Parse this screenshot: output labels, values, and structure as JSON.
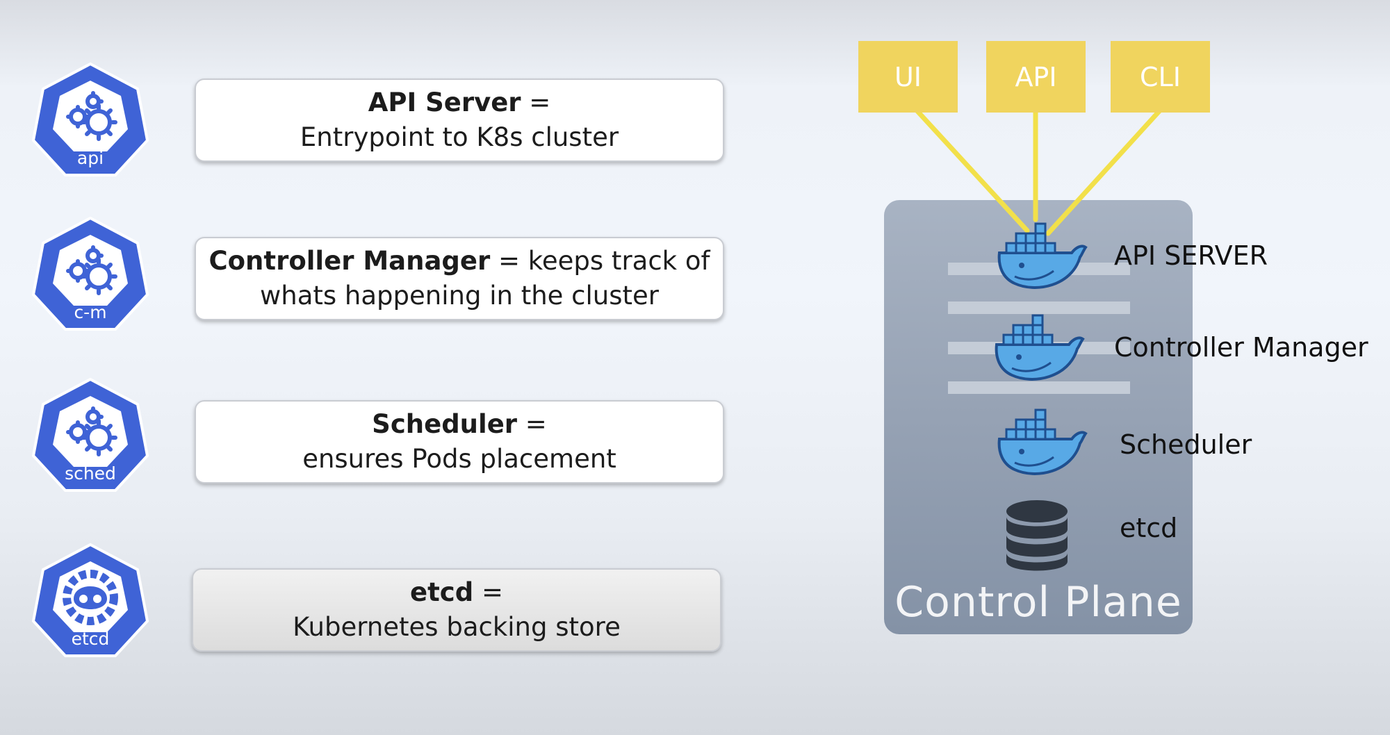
{
  "components": [
    {
      "icon_label": "api",
      "title": "API Server",
      "separator": " =",
      "description": "Entrypoint to K8s cluster"
    },
    {
      "icon_label": "c-m",
      "title": "Controller Manager",
      "separator": " = keeps track of",
      "description": "whats happening in the cluster"
    },
    {
      "icon_label": "sched",
      "title": "Scheduler",
      "separator": " =",
      "description": "ensures Pods placement"
    },
    {
      "icon_label": "etcd",
      "title": "etcd",
      "separator": " =",
      "description": "Kubernetes backing store"
    }
  ],
  "clients": [
    "UI",
    "API",
    "CLI"
  ],
  "control_plane": {
    "title": "Control Plane",
    "items": [
      "API SERVER",
      "Controller Manager",
      "Scheduler",
      "etcd"
    ]
  },
  "colors": {
    "k8s_blue": "#3f63d6",
    "client_yellow": "#f0d45e",
    "line_yellow": "#f2e04a",
    "docker_blue": "#58a9e6",
    "plane_grey": "#96a2b4"
  }
}
